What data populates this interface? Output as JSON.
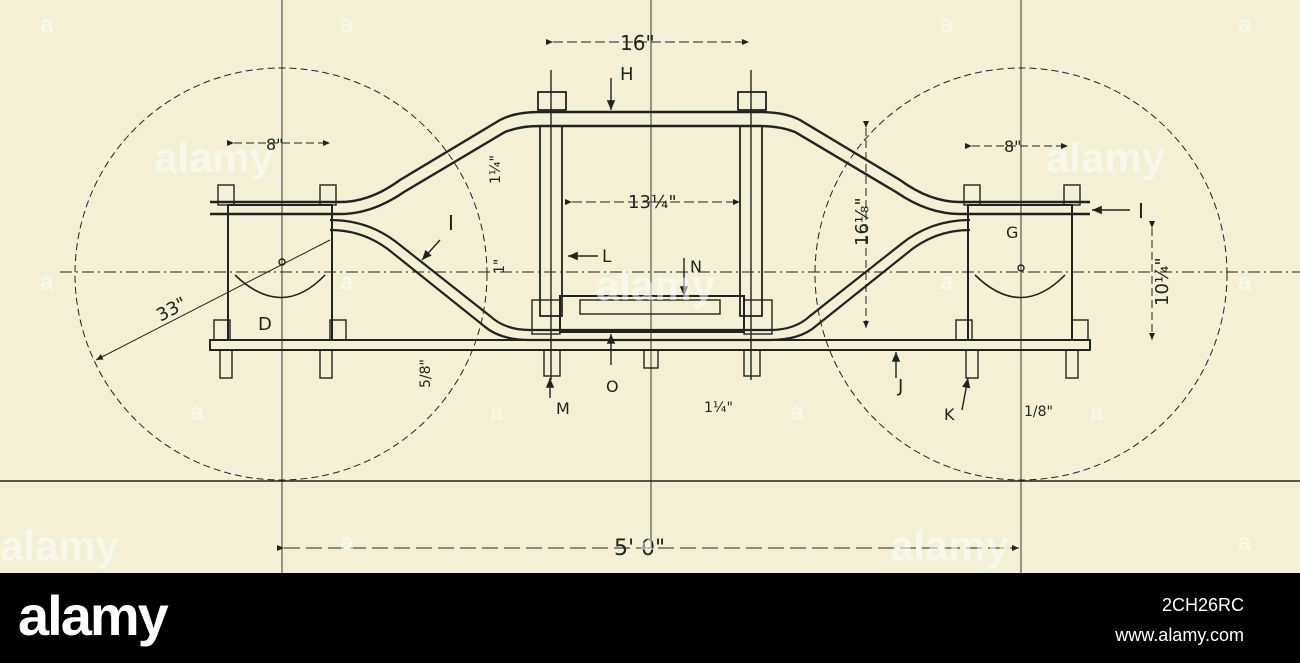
{
  "diagram": {
    "labels": {
      "D": "D",
      "G": "G",
      "H": "H",
      "I_left": "I",
      "I_right": "I",
      "J": "J",
      "K": "K",
      "L": "L",
      "M": "M",
      "N": "N",
      "O": "O"
    },
    "dimensions": {
      "top_width": "16\"",
      "inner_width": "13¼\"",
      "left_box_width": "8\"",
      "right_box_width": "8\"",
      "wheel_diameter": "33\"",
      "height_right": "16⅛\"",
      "box_height": "10¼\"",
      "bar_thickness_a": "1¼\"",
      "bar_thickness_b": "5/8\"",
      "column_width": "1¼\"",
      "bolt_dim": "1/8\"",
      "arch_height": "1\"",
      "wheel_base": "5' 0\""
    }
  },
  "watermark": {
    "text": "alamy",
    "letter": "a"
  },
  "footer": {
    "brand": "alamy",
    "image_id": "2CH26RC",
    "url": "www.alamy.com"
  },
  "colors": {
    "paper": "#f3f0d6",
    "ink": "#222222",
    "footer_bg": "#000000",
    "footer_text": "#ffffff"
  }
}
